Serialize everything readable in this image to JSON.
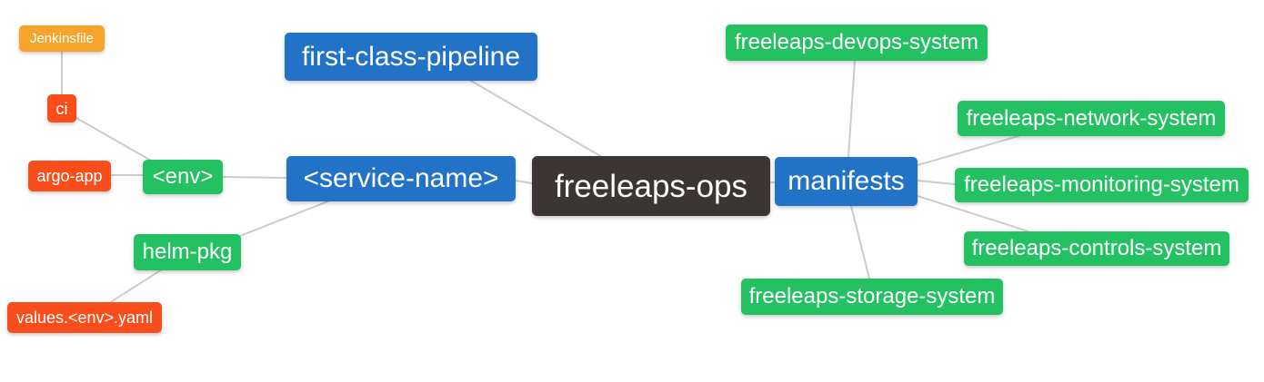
{
  "diagram": {
    "type": "mindmap",
    "root": "freeleaps_ops",
    "colors": {
      "orange": "#f7a52a",
      "red": "#f94e1c",
      "green": "#23c162",
      "blue": "#2272c8",
      "dark": "#3b3633",
      "edge": "#cccccc",
      "text": "#ffffff",
      "background": "#ffffff"
    },
    "nodes": {
      "jenkinsfile": {
        "label": "Jenkinsfile",
        "color": "orange"
      },
      "ci": {
        "label": "ci",
        "color": "red"
      },
      "argo_app": {
        "label": "argo-app",
        "color": "red"
      },
      "env": {
        "label": "<env>",
        "color": "green"
      },
      "first_class_pipeline": {
        "label": "first-class-pipeline",
        "color": "blue"
      },
      "service_name": {
        "label": "<service-name>",
        "color": "blue"
      },
      "freeleaps_ops": {
        "label": "freeleaps-ops",
        "color": "dark"
      },
      "manifests": {
        "label": "manifests",
        "color": "blue"
      },
      "helm_pkg": {
        "label": "helm-pkg",
        "color": "green"
      },
      "values_env_yaml": {
        "label": "values.<env>.yaml",
        "color": "red"
      },
      "devops_system": {
        "label": "freeleaps-devops-system",
        "color": "green"
      },
      "network_system": {
        "label": "freeleaps-network-system",
        "color": "green"
      },
      "monitoring_system": {
        "label": "freeleaps-monitoring-system",
        "color": "green"
      },
      "controls_system": {
        "label": "freeleaps-controls-system",
        "color": "green"
      },
      "storage_system": {
        "label": "freeleaps-storage-system",
        "color": "green"
      }
    },
    "edges": [
      [
        "jenkinsfile",
        "ci"
      ],
      [
        "ci",
        "env"
      ],
      [
        "argo_app",
        "env"
      ],
      [
        "env",
        "service_name"
      ],
      [
        "service_name",
        "helm_pkg"
      ],
      [
        "helm_pkg",
        "values_env_yaml"
      ],
      [
        "first_class_pipeline",
        "freeleaps_ops"
      ],
      [
        "service_name",
        "freeleaps_ops"
      ],
      [
        "freeleaps_ops",
        "manifests"
      ],
      [
        "manifests",
        "devops_system"
      ],
      [
        "manifests",
        "network_system"
      ],
      [
        "manifests",
        "monitoring_system"
      ],
      [
        "manifests",
        "controls_system"
      ],
      [
        "manifests",
        "storage_system"
      ]
    ]
  }
}
